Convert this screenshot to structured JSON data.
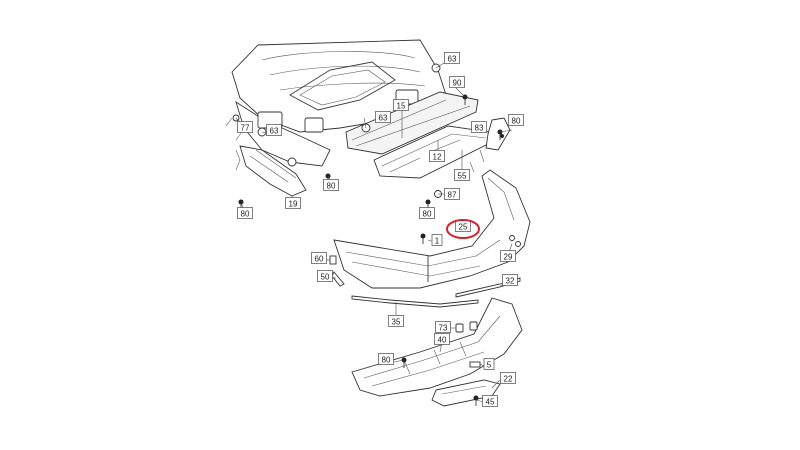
{
  "highlight_color": "#d2232a",
  "highlighted_part": "25",
  "callouts": [
    {
      "id": "c63a",
      "label": "63"
    },
    {
      "id": "c90",
      "label": "90"
    },
    {
      "id": "c15",
      "label": "15"
    },
    {
      "id": "c63b",
      "label": "63"
    },
    {
      "id": "c83",
      "label": "83"
    },
    {
      "id": "c80a",
      "label": "80"
    },
    {
      "id": "c77",
      "label": "77"
    },
    {
      "id": "c63c",
      "label": "63"
    },
    {
      "id": "c12",
      "label": "12"
    },
    {
      "id": "c55",
      "label": "55"
    },
    {
      "id": "c87",
      "label": "87"
    },
    {
      "id": "c80b",
      "label": "80"
    },
    {
      "id": "c80c",
      "label": "80"
    },
    {
      "id": "c19",
      "label": "19"
    },
    {
      "id": "c80d",
      "label": "80"
    },
    {
      "id": "c25",
      "label": "25"
    },
    {
      "id": "c1",
      "label": "1"
    },
    {
      "id": "c60",
      "label": "60"
    },
    {
      "id": "c29",
      "label": "29"
    },
    {
      "id": "c50",
      "label": "50"
    },
    {
      "id": "c32",
      "label": "32"
    },
    {
      "id": "c35",
      "label": "35"
    },
    {
      "id": "c73",
      "label": "73"
    },
    {
      "id": "c40",
      "label": "40"
    },
    {
      "id": "c80e",
      "label": "80"
    },
    {
      "id": "c5",
      "label": "5"
    },
    {
      "id": "c22",
      "label": "22"
    },
    {
      "id": "c45",
      "label": "45"
    }
  ]
}
